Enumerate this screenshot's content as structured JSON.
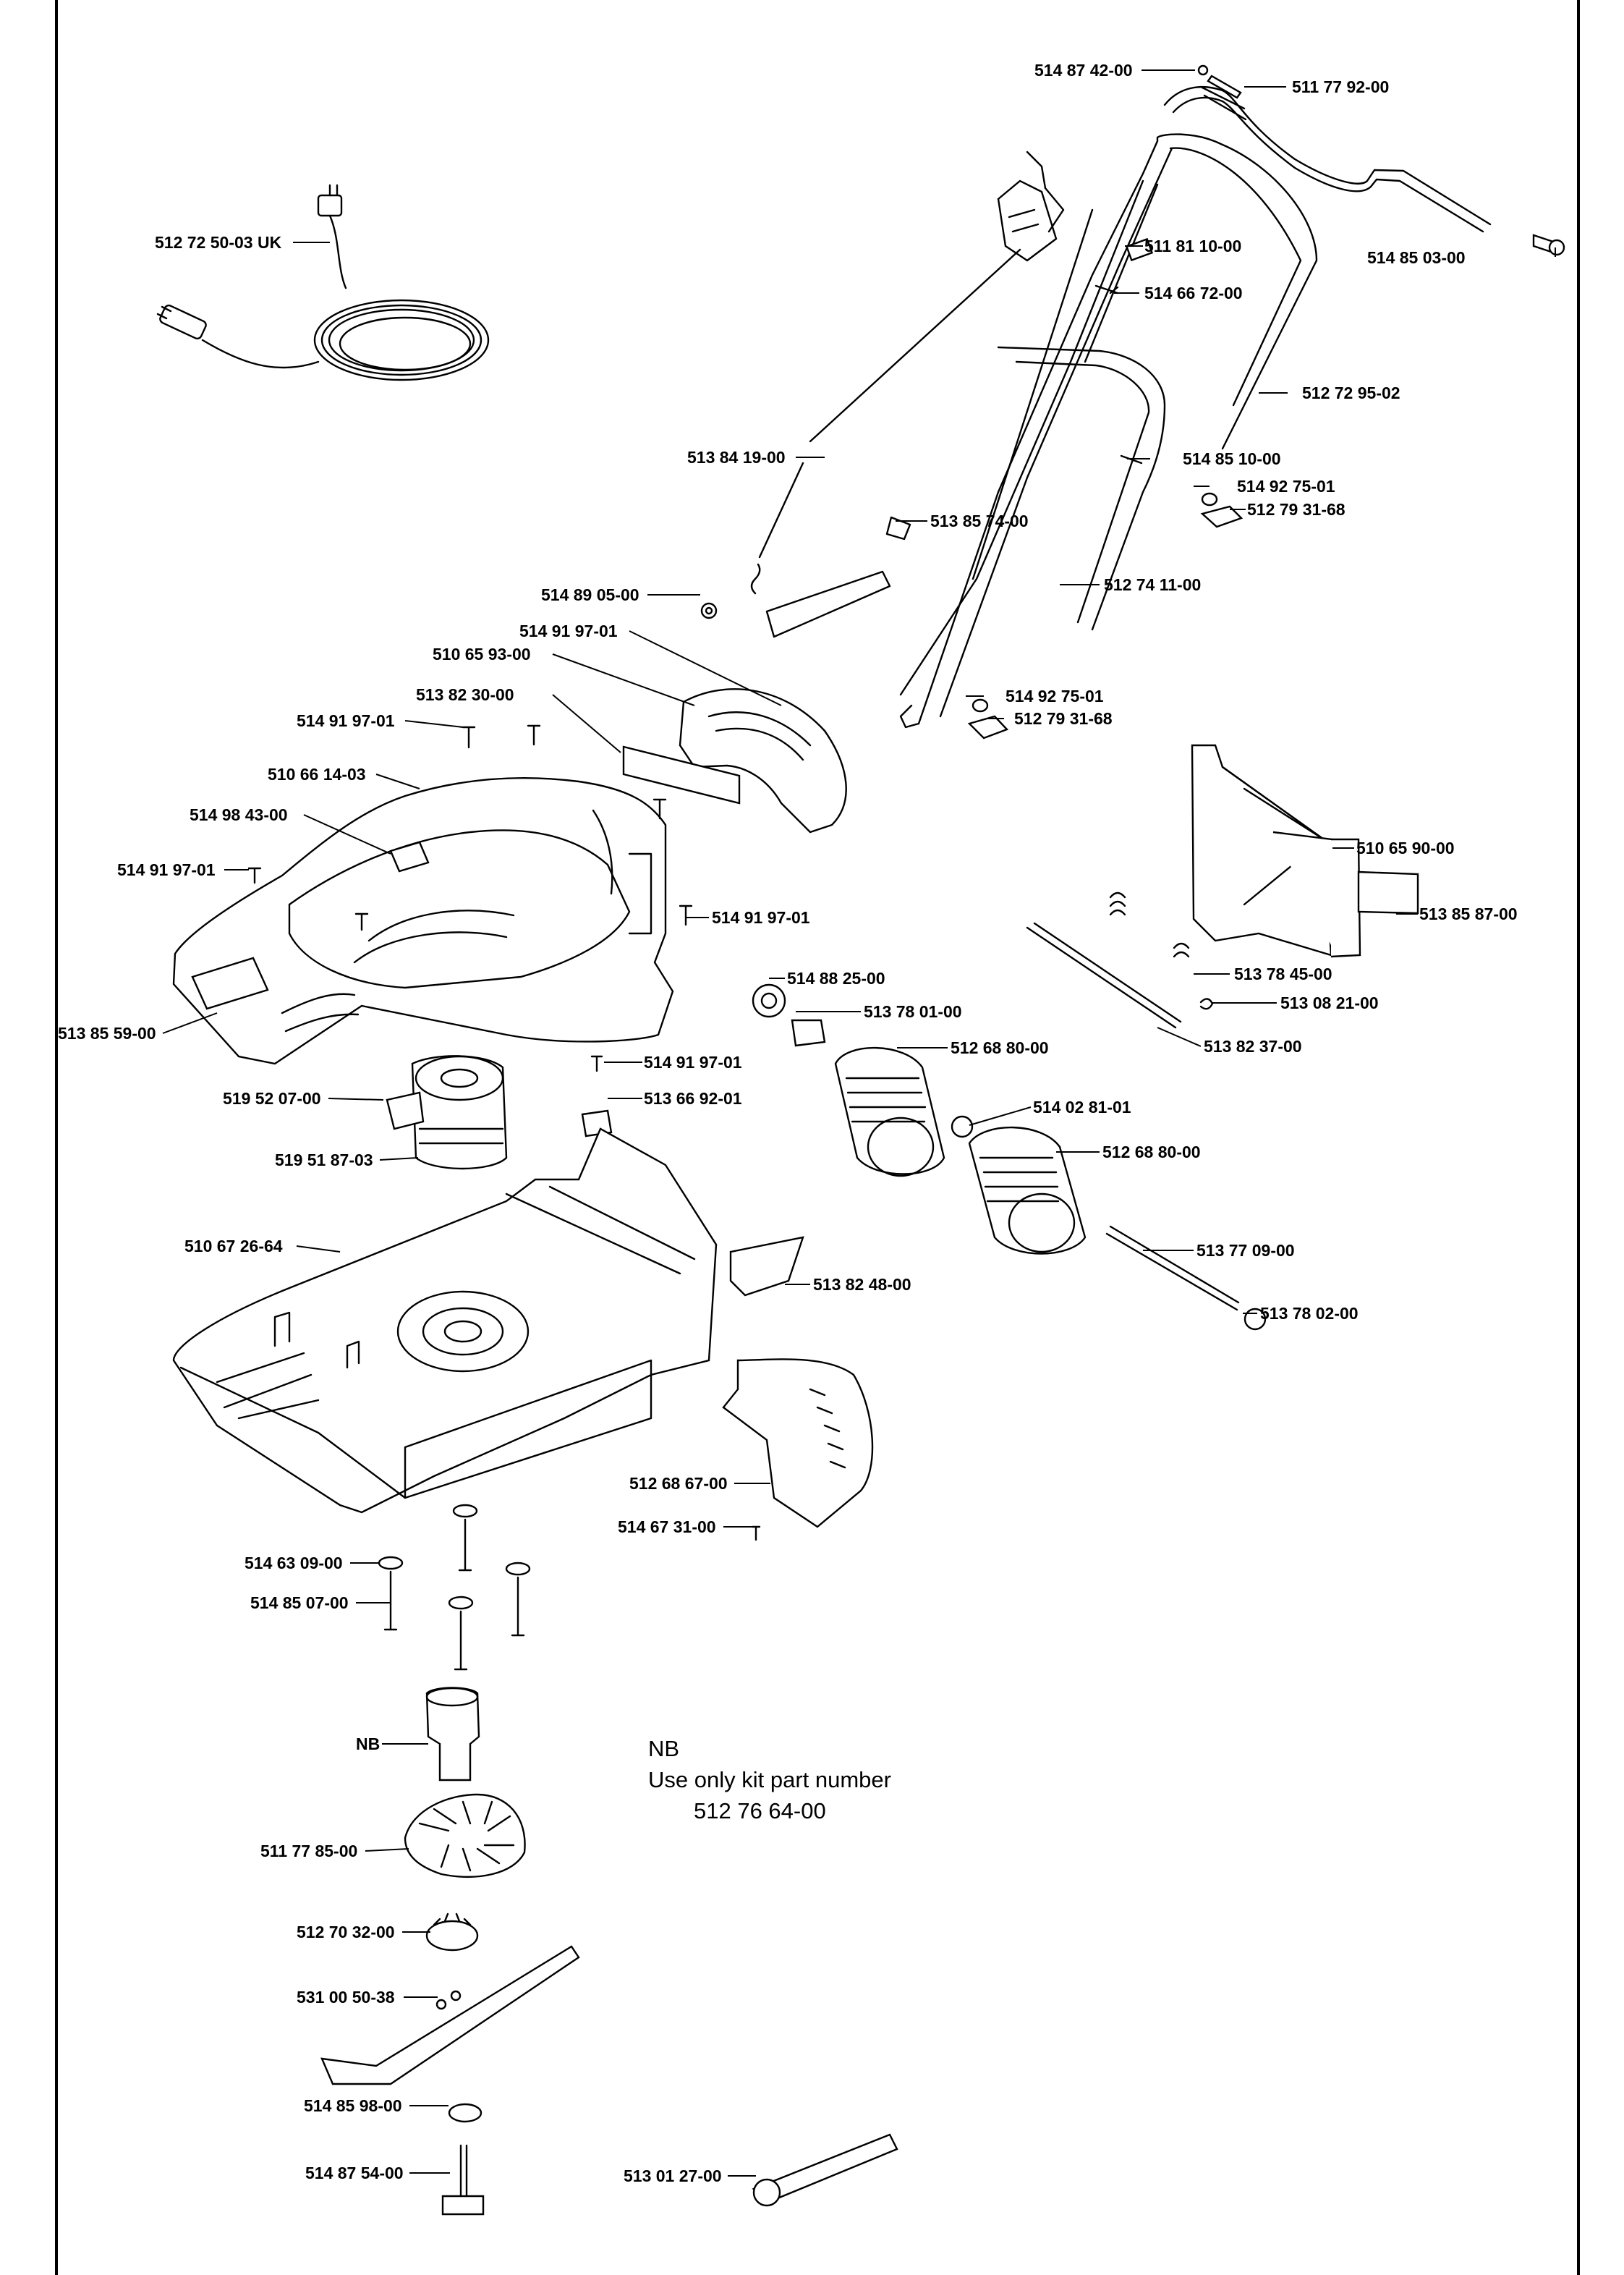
{
  "diagram": {
    "part_labels": [
      {
        "id": "514-87-42-00-a",
        "text": "514 87 42-00"
      },
      {
        "id": "511-77-92-00",
        "text": "511 77 92-00"
      },
      {
        "id": "514-85-03-00",
        "text": "514 85 03-00"
      },
      {
        "id": "512-72-50-03-uk",
        "text": "512 72 50-03 UK"
      },
      {
        "id": "511-81-10-00",
        "text": "511 81 10-00"
      },
      {
        "id": "514-66-72-00",
        "text": "514 66 72-00"
      },
      {
        "id": "512-72-95-02",
        "text": "512 72 95-02"
      },
      {
        "id": "513-84-19-00",
        "text": "513 84 19-00"
      },
      {
        "id": "514-85-10-00",
        "text": "514 85 10-00"
      },
      {
        "id": "514-92-75-01-a",
        "text": "514 92 75-01"
      },
      {
        "id": "512-79-31-68-a",
        "text": "512 79 31-68"
      },
      {
        "id": "513-85-74-00",
        "text": "513 85 74-00"
      },
      {
        "id": "514-89-05-00",
        "text": "514 89 05-00"
      },
      {
        "id": "512-74-11-00",
        "text": "512 74 11-00"
      },
      {
        "id": "514-91-97-01-a",
        "text": "514 91 97-01"
      },
      {
        "id": "510-65-93-00",
        "text": "510 65 93-00"
      },
      {
        "id": "513-82-30-00",
        "text": "513 82 30-00"
      },
      {
        "id": "514-92-75-01-b",
        "text": "514 92 75-01"
      },
      {
        "id": "514-91-97-01-b",
        "text": "514 91 97-01"
      },
      {
        "id": "512-79-31-68-b",
        "text": "512 79 31-68"
      },
      {
        "id": "510-66-14-03",
        "text": "510 66 14-03"
      },
      {
        "id": "514-98-43-00",
        "text": "514 98 43-00"
      },
      {
        "id": "510-65-90-00",
        "text": "510 65 90-00"
      },
      {
        "id": "514-91-97-01-c",
        "text": "514 91 97-01"
      },
      {
        "id": "514-91-97-01-d",
        "text": "514 91 97-01"
      },
      {
        "id": "513-85-87-00",
        "text": "513 85 87-00"
      },
      {
        "id": "513-78-45-00",
        "text": "513 78 45-00"
      },
      {
        "id": "514-88-25-00",
        "text": "514 88 25-00"
      },
      {
        "id": "513-08-21-00",
        "text": "513 08 21-00"
      },
      {
        "id": "513-78-01-00",
        "text": "513 78 01-00"
      },
      {
        "id": "513-85-59-00",
        "text": "513 85 59-00"
      },
      {
        "id": "513-82-37-00",
        "text": "513 82 37-00"
      },
      {
        "id": "512-68-80-00-a",
        "text": "512 68 80-00"
      },
      {
        "id": "514-91-97-01-e",
        "text": "514 91 97-01"
      },
      {
        "id": "519-52-07-00",
        "text": "519 52 07-00"
      },
      {
        "id": "513-66-92-01",
        "text": "513 66 92-01"
      },
      {
        "id": "514-02-81-01",
        "text": "514 02 81-01"
      },
      {
        "id": "519-51-87-03",
        "text": "519 51 87-03"
      },
      {
        "id": "512-68-80-00-b",
        "text": "512 68 80-00"
      },
      {
        "id": "510-67-26-64",
        "text": "510 67 26-64"
      },
      {
        "id": "513-77-09-00",
        "text": "513 77 09-00"
      },
      {
        "id": "513-82-48-00",
        "text": "513 82 48-00"
      },
      {
        "id": "513-78-02-00",
        "text": "513 78 02-00"
      },
      {
        "id": "512-68-67-00",
        "text": "512 68 67-00"
      },
      {
        "id": "514-67-31-00",
        "text": "514 67 31-00"
      },
      {
        "id": "514-63-09-00",
        "text": "514 63 09-00"
      },
      {
        "id": "514-85-07-00",
        "text": "514 85 07-00"
      },
      {
        "id": "nb",
        "text": "NB"
      },
      {
        "id": "511-77-85-00",
        "text": "511 77 85-00"
      },
      {
        "id": "512-70-32-00",
        "text": "512 70 32-00"
      },
      {
        "id": "531-00-50-38",
        "text": "531 00 50-38"
      },
      {
        "id": "514-85-98-00",
        "text": "514 85 98-00"
      },
      {
        "id": "514-87-54-00",
        "text": "514 87 54-00"
      },
      {
        "id": "513-01-27-00",
        "text": "513 01 27-00"
      }
    ],
    "note": {
      "heading": "NB",
      "line1": "Use only kit part number",
      "line2": "512 76 64-00"
    }
  }
}
